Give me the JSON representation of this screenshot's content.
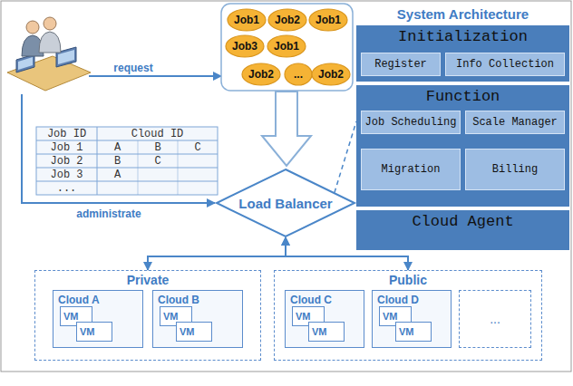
{
  "diagram": {
    "nodes": [
      {
        "text": [
          "Job1"
        ]
      },
      {
        "text": [
          "Job2"
        ]
      },
      {
        "text": [
          "Job1"
        ]
      },
      {
        "text": [
          "Job3"
        ]
      },
      {
        "text": [
          "Job1"
        ]
      },
      {
        "text": [
          "Job2"
        ]
      },
      {
        "text": [
          "..."
        ]
      },
      {
        "text": [
          "Job2"
        ]
      },
      {
        "text": [
          "Initialization"
        ]
      },
      {
        "text": [
          "Register"
        ],
        "in": 8
      },
      {
        "text": [
          "Info Collection"
        ],
        "in": 8
      },
      {
        "text": [
          "Function"
        ]
      },
      {
        "text": [
          "Job Scheduling"
        ],
        "in": 11
      },
      {
        "text": [
          "Scale Manager"
        ],
        "in": 11
      },
      {
        "text": [
          "Migration"
        ],
        "in": 11
      },
      {
        "text": [
          "Billing"
        ],
        "in": 11
      },
      {
        "text": [
          "Cloud Agent"
        ]
      },
      {
        "text": [
          "Load Balancer"
        ]
      },
      {
        "text": [
          "Private"
        ]
      },
      {
        "text": [
          "Cloud A"
        ],
        "in": 18
      },
      {
        "text": [
          "VM"
        ],
        "in": 19
      },
      {
        "text": [
          "VM"
        ],
        "in": 19
      },
      {
        "text": [
          "Cloud B"
        ],
        "in": 18
      },
      {
        "text": [
          "VM"
        ],
        "in": 22
      },
      {
        "text": [
          "VM"
        ],
        "in": 22
      },
      {
        "text": [
          "Public"
        ]
      },
      {
        "text": [
          "Cloud C"
        ],
        "in": 25
      },
      {
        "text": [
          "VM"
        ],
        "in": 26
      },
      {
        "text": [
          "VM"
        ],
        "in": 26
      },
      {
        "text": [
          "Cloud D"
        ],
        "in": 25
      },
      {
        "text": [
          "VM"
        ],
        "in": 29
      },
      {
        "text": [
          "VM"
        ],
        "in": 29
      },
      {
        "text": [
          "..."
        ],
        "in": 25
      }
    ],
    "edges": [
      {
        "from": 17,
        "to": 18,
        "arrow": "both"
      },
      {
        "from": 17,
        "to": 25,
        "arrow": "both"
      },
      {
        "from": 17,
        "to": 11,
        "arrow": "none"
      }
    ],
    "labels": [
      "request",
      "administrate",
      "System Architecture",
      "Job ID",
      "Cloud ID",
      "Job 1",
      "A",
      "B",
      "C",
      "Job 2",
      "B",
      "C",
      "Job 3",
      "A",
      "..."
    ]
  }
}
